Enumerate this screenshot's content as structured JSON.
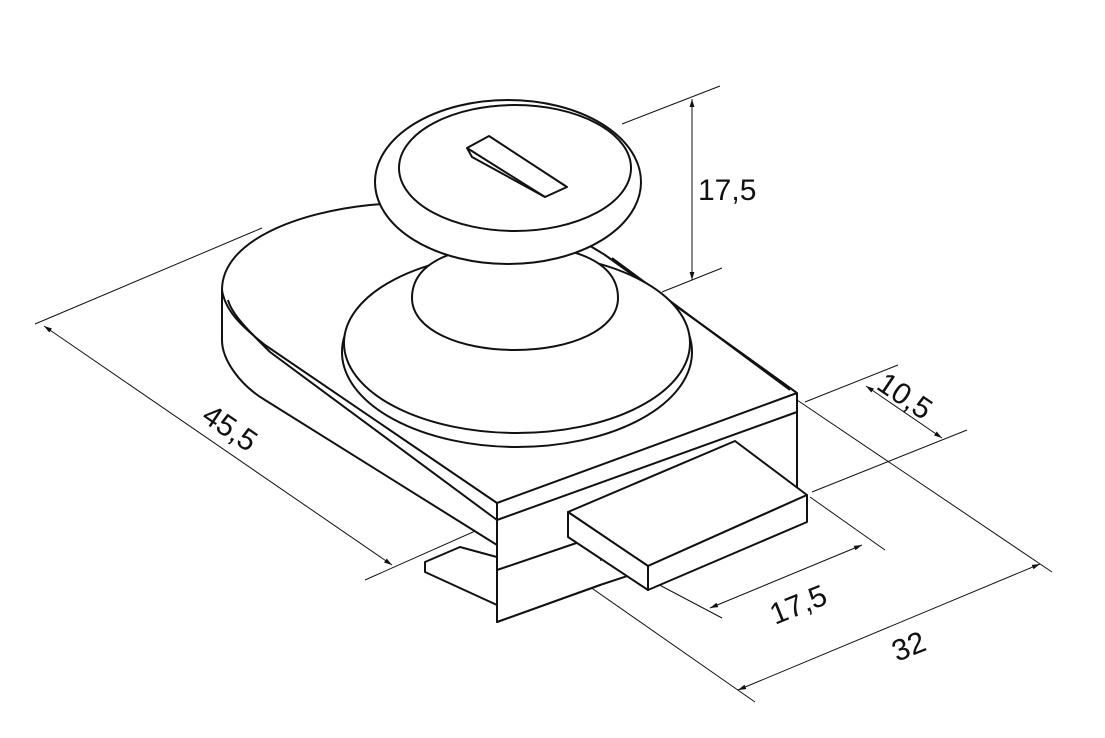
{
  "dimensions": {
    "knob_height": "17,5",
    "bolt_thickness": "10,5",
    "body_length": "45,5",
    "bolt_length": "17,5",
    "body_width": "32"
  }
}
